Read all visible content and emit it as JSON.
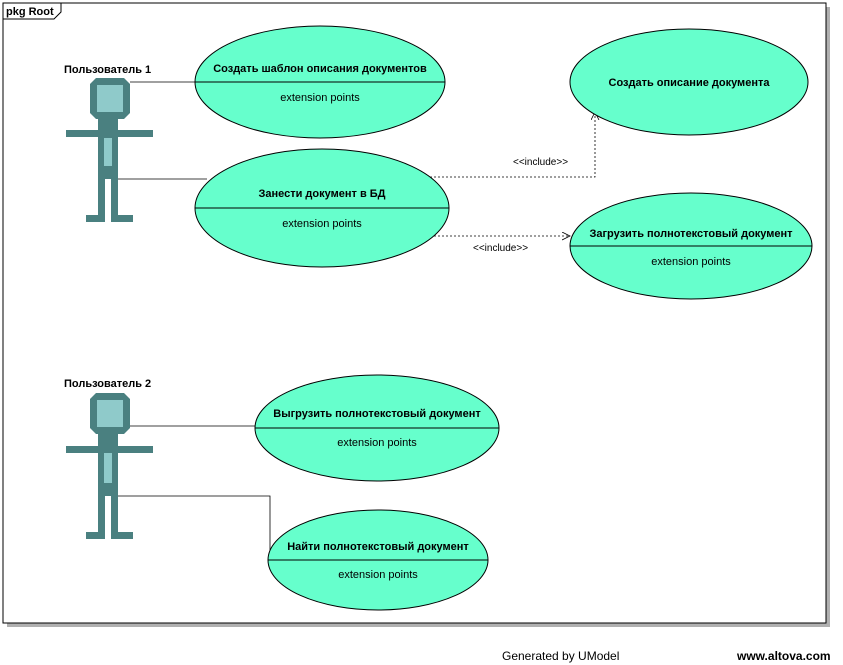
{
  "package": {
    "label": "pkg Root"
  },
  "actors": [
    {
      "id": "user1",
      "label": "Пользователь 1"
    },
    {
      "id": "user2",
      "label": "Пользователь 2"
    }
  ],
  "use_cases": [
    {
      "id": "uc_template",
      "title": "Создать шаблон описания документов",
      "extension": "extension points"
    },
    {
      "id": "uc_describe",
      "title": "Создать описание документа",
      "extension": ""
    },
    {
      "id": "uc_enter",
      "title": "Занести документ в БД",
      "extension": "extension points"
    },
    {
      "id": "uc_upload",
      "title": "Загрузить полнотекстовый документ",
      "extension": "extension points"
    },
    {
      "id": "uc_download",
      "title": "Выгрузить полнотекстовый документ",
      "extension": "extension points"
    },
    {
      "id": "uc_find",
      "title": "Найти полнотекстовый документ",
      "extension": "extension points"
    }
  ],
  "relations": [
    {
      "type": "association",
      "from": "user1",
      "to": "uc_template"
    },
    {
      "type": "association",
      "from": "user1",
      "to": "uc_enter"
    },
    {
      "type": "include",
      "from": "uc_enter",
      "to": "uc_describe",
      "label": "<<include>>"
    },
    {
      "type": "include",
      "from": "uc_enter",
      "to": "uc_upload",
      "label": "<<include>>"
    },
    {
      "type": "association",
      "from": "user2",
      "to": "uc_download"
    },
    {
      "type": "association",
      "from": "user2",
      "to": "uc_find"
    }
  ],
  "colors": {
    "usecase_fill": "#66ffcc",
    "actor_body": "#4a8080",
    "actor_head": "#8fcaca",
    "frame": "#000000"
  },
  "footer": {
    "generated": "Generated by UModel",
    "site": "www.altova.com"
  }
}
